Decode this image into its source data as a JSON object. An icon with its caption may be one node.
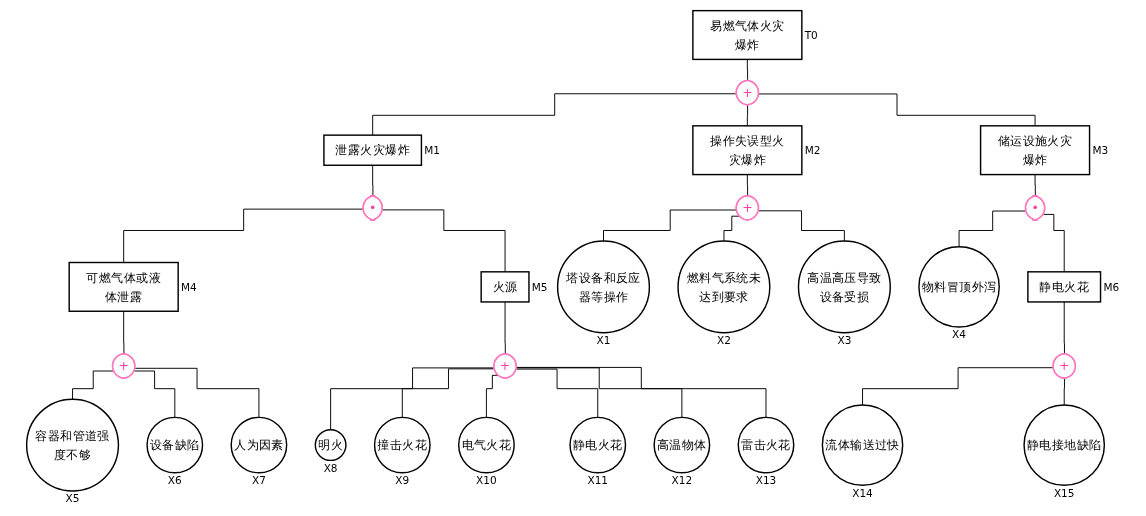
{
  "diagram": {
    "nodes": [
      {
        "text": [
          "易燃气体火灾爆炸"
        ],
        "beside": [
          "T0"
        ]
      },
      {
        "text": [
          "+"
        ]
      },
      {
        "text": [
          "泄露火灾爆炸"
        ],
        "beside": [
          "M1"
        ]
      },
      {
        "text": [
          "操作失误型火灾爆炸"
        ],
        "beside": [
          "M2"
        ]
      },
      {
        "text": [
          "储运设施火灾爆炸"
        ],
        "beside": [
          "M3"
        ]
      },
      {
        "text": [
          "•"
        ]
      },
      {
        "text": [
          "+"
        ]
      },
      {
        "text": [
          "•"
        ]
      },
      {
        "text": [
          "可燃气体或液体泄露"
        ],
        "beside": [
          "M4"
        ]
      },
      {
        "text": [
          "火源"
        ],
        "beside": [
          "M5"
        ]
      },
      {
        "text": [
          "塔设备和反应器等操作"
        ],
        "beside": [
          "X1"
        ]
      },
      {
        "text": [
          "燃料气系统未达到要求"
        ],
        "beside": [
          "X2"
        ]
      },
      {
        "text": [
          "高温高压导致设备受损"
        ],
        "beside": [
          "X3"
        ]
      },
      {
        "text": [
          "物料冒顶外泻"
        ],
        "beside": [
          "X4"
        ]
      },
      {
        "text": [
          "静电火花"
        ],
        "beside": [
          "M6"
        ]
      },
      {
        "text": [
          "+"
        ]
      },
      {
        "text": [
          "+"
        ]
      },
      {
        "text": [
          "+"
        ]
      },
      {
        "text": [
          "容器和管道强度不够"
        ],
        "beside": [
          "X5"
        ]
      },
      {
        "text": [
          "设备缺陷"
        ],
        "beside": [
          "X6"
        ]
      },
      {
        "text": [
          "人为因素"
        ],
        "beside": [
          "X7"
        ]
      },
      {
        "text": [
          "明火"
        ],
        "beside": [
          "X8"
        ]
      },
      {
        "text": [
          "撞击火花"
        ],
        "beside": [
          "X9"
        ]
      },
      {
        "text": [
          "电气火花"
        ],
        "beside": [
          "X10"
        ]
      },
      {
        "text": [
          "静电火花"
        ],
        "beside": [
          "X11"
        ]
      },
      {
        "text": [
          "高温物体"
        ],
        "beside": [
          "X12"
        ]
      },
      {
        "text": [
          "雷击火花"
        ],
        "beside": [
          "X13"
        ]
      },
      {
        "text": [
          "流体输送过快"
        ],
        "beside": [
          "X14"
        ]
      },
      {
        "text": [
          "静电接地缺陷"
        ],
        "beside": [
          "X15"
        ]
      }
    ],
    "edges": [
      {
        "from": 0,
        "to": 1,
        "arrow": "none"
      },
      {
        "from": 1,
        "to": 2,
        "arrow": "none"
      },
      {
        "from": 1,
        "to": 3,
        "arrow": "none"
      },
      {
        "from": 1,
        "to": 4,
        "arrow": "none"
      },
      {
        "from": 2,
        "to": 5,
        "arrow": "none"
      },
      {
        "from": 3,
        "to": 6,
        "arrow": "none"
      },
      {
        "from": 4,
        "to": 7,
        "arrow": "none"
      },
      {
        "from": 5,
        "to": 8,
        "arrow": "none"
      },
      {
        "from": 5,
        "to": 9,
        "arrow": "none"
      },
      {
        "from": 6,
        "to": 10,
        "arrow": "none"
      },
      {
        "from": 6,
        "to": 11,
        "arrow": "none"
      },
      {
        "from": 6,
        "to": 12,
        "arrow": "none"
      },
      {
        "from": 7,
        "to": 13,
        "arrow": "none"
      },
      {
        "from": 7,
        "to": 14,
        "arrow": "none"
      },
      {
        "from": 8,
        "to": 15,
        "arrow": "none"
      },
      {
        "from": 9,
        "to": 16,
        "arrow": "none"
      },
      {
        "from": 14,
        "to": 17,
        "arrow": "none"
      },
      {
        "from": 15,
        "to": 18,
        "arrow": "none"
      },
      {
        "from": 15,
        "to": 19,
        "arrow": "none"
      },
      {
        "from": 15,
        "to": 20,
        "arrow": "none"
      },
      {
        "from": 16,
        "to": 21,
        "arrow": "none"
      },
      {
        "from": 16,
        "to": 22,
        "arrow": "none"
      },
      {
        "from": 16,
        "to": 23,
        "arrow": "none"
      },
      {
        "from": 16,
        "to": 24,
        "arrow": "none"
      },
      {
        "from": 16,
        "to": 25,
        "arrow": "none"
      },
      {
        "from": 16,
        "to": 26,
        "arrow": "none"
      },
      {
        "from": 17,
        "to": 27,
        "arrow": "none"
      },
      {
        "from": 17,
        "to": 28,
        "arrow": "none"
      }
    ]
  }
}
